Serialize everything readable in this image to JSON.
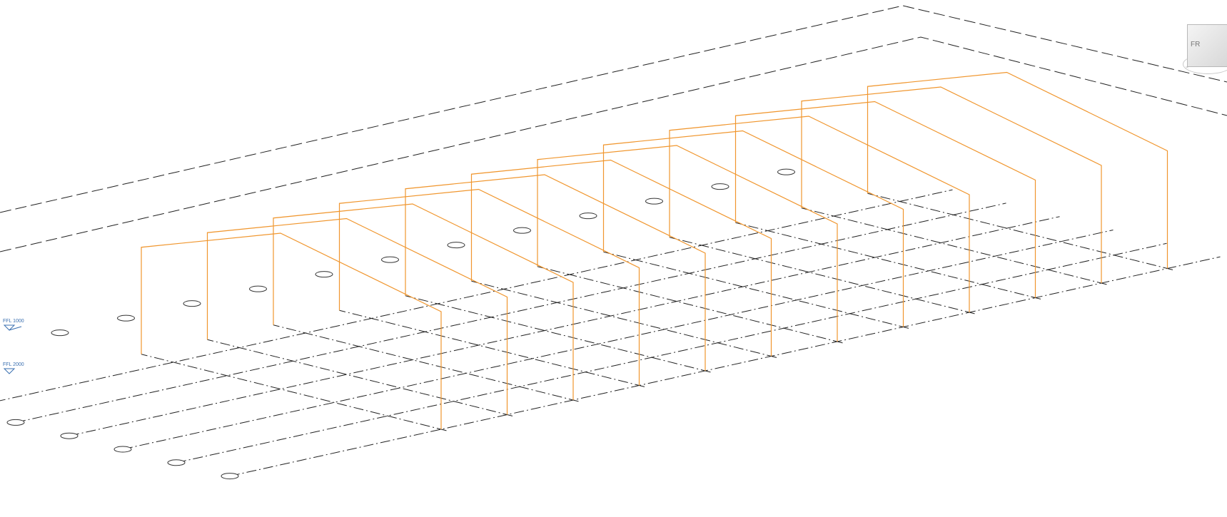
{
  "view": {
    "background": "#ffffff",
    "frame_color": "#f0962e",
    "grid_color": "#222222",
    "level_color": "#3a6fb0"
  },
  "levels": [
    {
      "label": "FFL 1000"
    },
    {
      "label": "FFL 2000"
    }
  ],
  "viewcube": {
    "face_label": "FR"
  },
  "structure": {
    "frame_count": 12,
    "grid_lines_long": 6,
    "grid_lines_cross": 12
  }
}
